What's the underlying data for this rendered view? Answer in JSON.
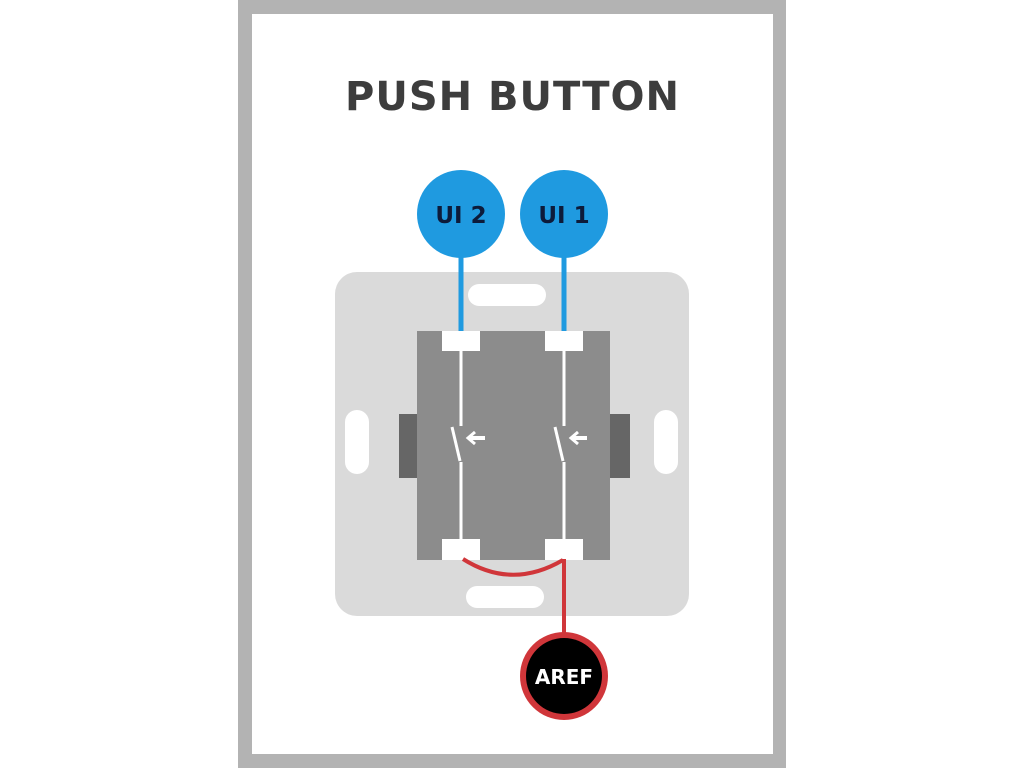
{
  "title": "PUSH BUTTON",
  "pins": {
    "ui2": {
      "label": "UI 2",
      "color": "#1f9ae0",
      "text_color": "#0d1b3a"
    },
    "ui1": {
      "label": "UI 1",
      "color": "#1f9ae0",
      "text_color": "#0d1b3a"
    },
    "aref": {
      "label": "AREF",
      "fill": "#000000",
      "ring": "#d0363a",
      "text_color": "#ffffff"
    }
  },
  "colors": {
    "frame": "#b3b3b3",
    "plate": "#dadada",
    "switch_body": "#8c8c8c",
    "side_tabs": "#666666",
    "wire_blue": "#1f9ae0",
    "wire_red": "#d0363a"
  }
}
